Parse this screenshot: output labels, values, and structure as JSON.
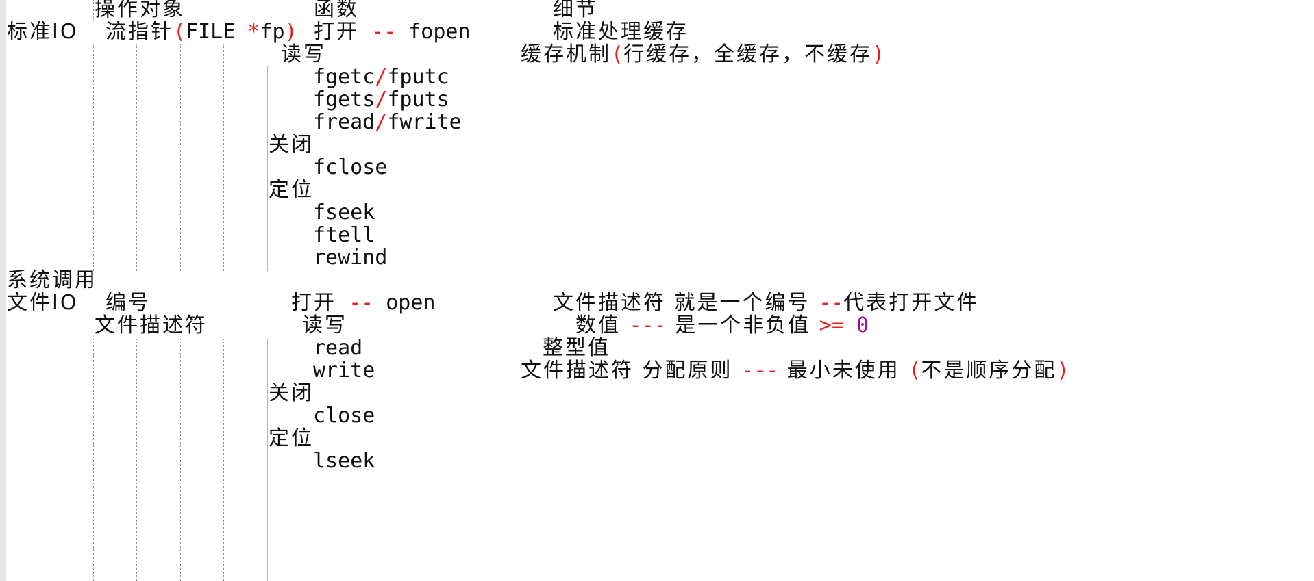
{
  "header": {
    "object": "操作对象",
    "function": "函数",
    "detail": "细节"
  },
  "stdio": {
    "label": "标准IO",
    "object": "流指针",
    "object_paren_open": "(",
    "object_code": "FILE ",
    "object_star": "*",
    "object_fp": "fp",
    "object_paren_close": ")",
    "open_label": "打开",
    "dash": "--",
    "open_func": "fopen",
    "detail_1": "标准处理缓存",
    "rw_label": "读写",
    "detail_2_prefix": "缓存机制",
    "detail_2_open": "(",
    "detail_2_body": "行缓存，全缓存，不缓存",
    "detail_2_close": ")",
    "slash": "/",
    "rw_funcs": [
      {
        "a": "fgetc",
        "b": "fputc"
      },
      {
        "a": "fgets",
        "b": "fputs"
      },
      {
        "a": "fread",
        "b": "fwrite"
      }
    ],
    "close_label": "关闭",
    "close_func": "fclose",
    "seek_label": "定位",
    "seek_funcs": [
      "fseek",
      "ftell",
      "rewind"
    ]
  },
  "sysio": {
    "label_1": "系统调用",
    "label_2": "文件IO",
    "object_1": "编号",
    "object_2": "文件描述符",
    "open_label": "打开",
    "dash": "--",
    "open_func": "open",
    "detail_1_a": "文件描述符 就是一个编号 ",
    "detail_1_dash": "--",
    "detail_1_b": "代表打开文件",
    "rw_label": "读写",
    "detail_2_a": "数值 ",
    "detail_2_dash": "---",
    "detail_2_b": " 是一个非负值 ",
    "detail_2_op": ">=",
    "detail_2_num": "0",
    "read_func": "read",
    "detail_3": "整型值",
    "write_func": "write",
    "detail_4_a": "文件描述符 分配原则 ",
    "detail_4_dash": "---",
    "detail_4_b": " 最小未使用 ",
    "detail_4_open": "(",
    "detail_4_body": "不是顺序分配",
    "detail_4_close": ")",
    "close_label": "关闭",
    "close_func": "close",
    "seek_label": "定位",
    "seek_func": "lseek"
  },
  "colors": {
    "operator": "#e8221b",
    "number": "#a10a8c",
    "text": "#111111",
    "gutter": "#e6e6e6"
  }
}
